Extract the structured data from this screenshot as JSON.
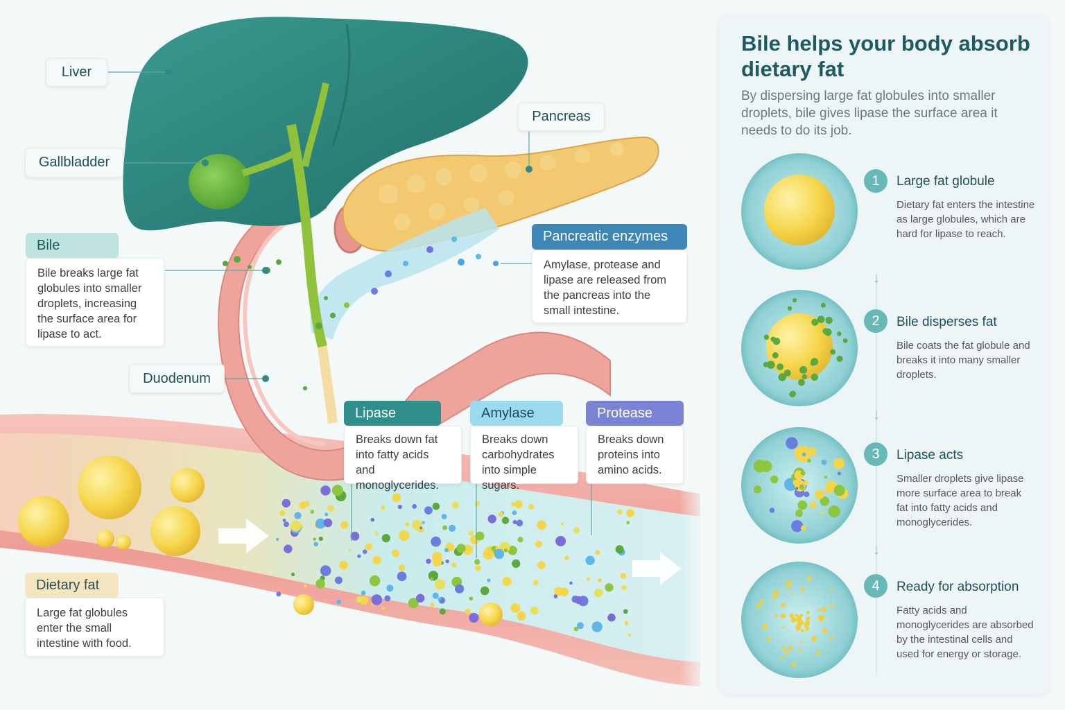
{
  "labels": {
    "liver": "Liver",
    "gallbladder": "Gallbladder",
    "pancreas": "Pancreas",
    "duodenum": "Duodenum"
  },
  "bile_card": {
    "title": "Bile",
    "text": "Bile breaks large fat globules into smaller droplets, increasing the surface area for lipase to act."
  },
  "enzymes_card": {
    "title": "Pancreatic enzymes",
    "text": "Amylase, protease and lipase are released from the pancreas into the small intestine."
  },
  "dietary_fat_card": {
    "title": "Dietary fat",
    "text": "Large fat globules enter the small intestine with food."
  },
  "enzymes": [
    {
      "name": "Lipase",
      "text": "Breaks down fat into fatty acids and monoglycerides.",
      "color": "#2f8f8a"
    },
    {
      "name": "Amylase",
      "text": "Breaks down carbohydrates into simple sugars.",
      "color": "#8fd3ea"
    },
    {
      "name": "Protease",
      "text": "Breaks down proteins into amino acids.",
      "color": "#7b84d4"
    }
  ],
  "panel": {
    "title": "Bile helps your body absorb dietary fat",
    "subtitle": "By dispersing large fat globules into smaller droplets, bile gives lipase the surface area it needs to do its job.",
    "steps": [
      {
        "num": "1",
        "title": "Large fat globule",
        "text": "Dietary fat enters the intestine as large globules, which are hard for lipase to reach."
      },
      {
        "num": "2",
        "title": "Bile disperses fat",
        "text": "Bile coats the fat globule and breaks it into many smaller droplets."
      },
      {
        "num": "3",
        "title": "Lipase acts",
        "text": "Smaller droplets give lipase more surface area to break fat into fatty acids and monoglycerides."
      },
      {
        "num": "4",
        "title": "Ready for absorption",
        "text": "Fatty acids and monoglycerides are absorbed by the intestinal cells and used for energy or storage."
      }
    ]
  },
  "colors": {
    "liver": "#2e8a82",
    "gallbladder": "#6bbf3e",
    "pancreas": "#f2c870",
    "intestine": "#f2a7a0",
    "fat": "#f5d54a",
    "bile": "#59a83e"
  }
}
